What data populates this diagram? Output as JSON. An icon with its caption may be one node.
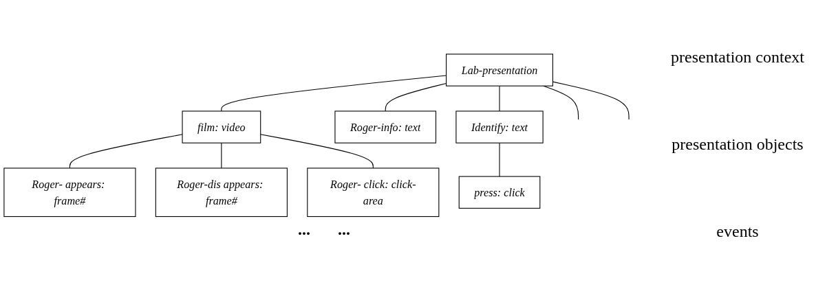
{
  "diagram": {
    "nodes": [
      {
        "text": [
          "Lab-presentation"
        ]
      },
      {
        "text": [
          "film: video"
        ]
      },
      {
        "text": [
          "Roger-info: text"
        ]
      },
      {
        "text": [
          "Identify: text"
        ]
      },
      {
        "text": [
          "Roger- appears: frame#"
        ]
      },
      {
        "text": [
          "Roger-dis appears: frame#"
        ]
      },
      {
        "text": [
          "Roger- click: click-area"
        ]
      },
      {
        "text": [
          "press: click"
        ]
      }
    ],
    "edges": [
      {
        "from": 0,
        "to": 1,
        "arrow": "none"
      },
      {
        "from": 0,
        "to": null,
        "arrow": "none"
      },
      {
        "from": 0,
        "to": 2,
        "arrow": "none"
      },
      {
        "from": 0,
        "to": null,
        "arrow": "none"
      },
      {
        "from": 0,
        "to": 3,
        "arrow": "none"
      },
      {
        "from": 1,
        "to": 4,
        "arrow": "none"
      },
      {
        "from": 1,
        "to": 5,
        "arrow": "none"
      },
      {
        "from": 1,
        "to": 6,
        "arrow": "none"
      },
      {
        "from": 3,
        "to": 7,
        "arrow": "none"
      }
    ],
    "labels": [
      "...",
      "...",
      "presentation context",
      "presentation objects",
      "events"
    ]
  }
}
